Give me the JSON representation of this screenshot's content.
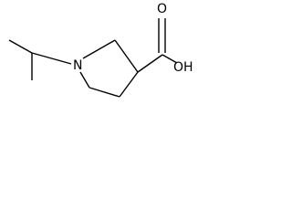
{
  "molecule": {
    "atoms": {
      "nitrogen": "N",
      "carboxyl_oxygen_top": "O",
      "hydroxyl": "OH"
    },
    "colors": {
      "bond": "#000000",
      "label": "#000000",
      "background": "#ffffff"
    }
  }
}
